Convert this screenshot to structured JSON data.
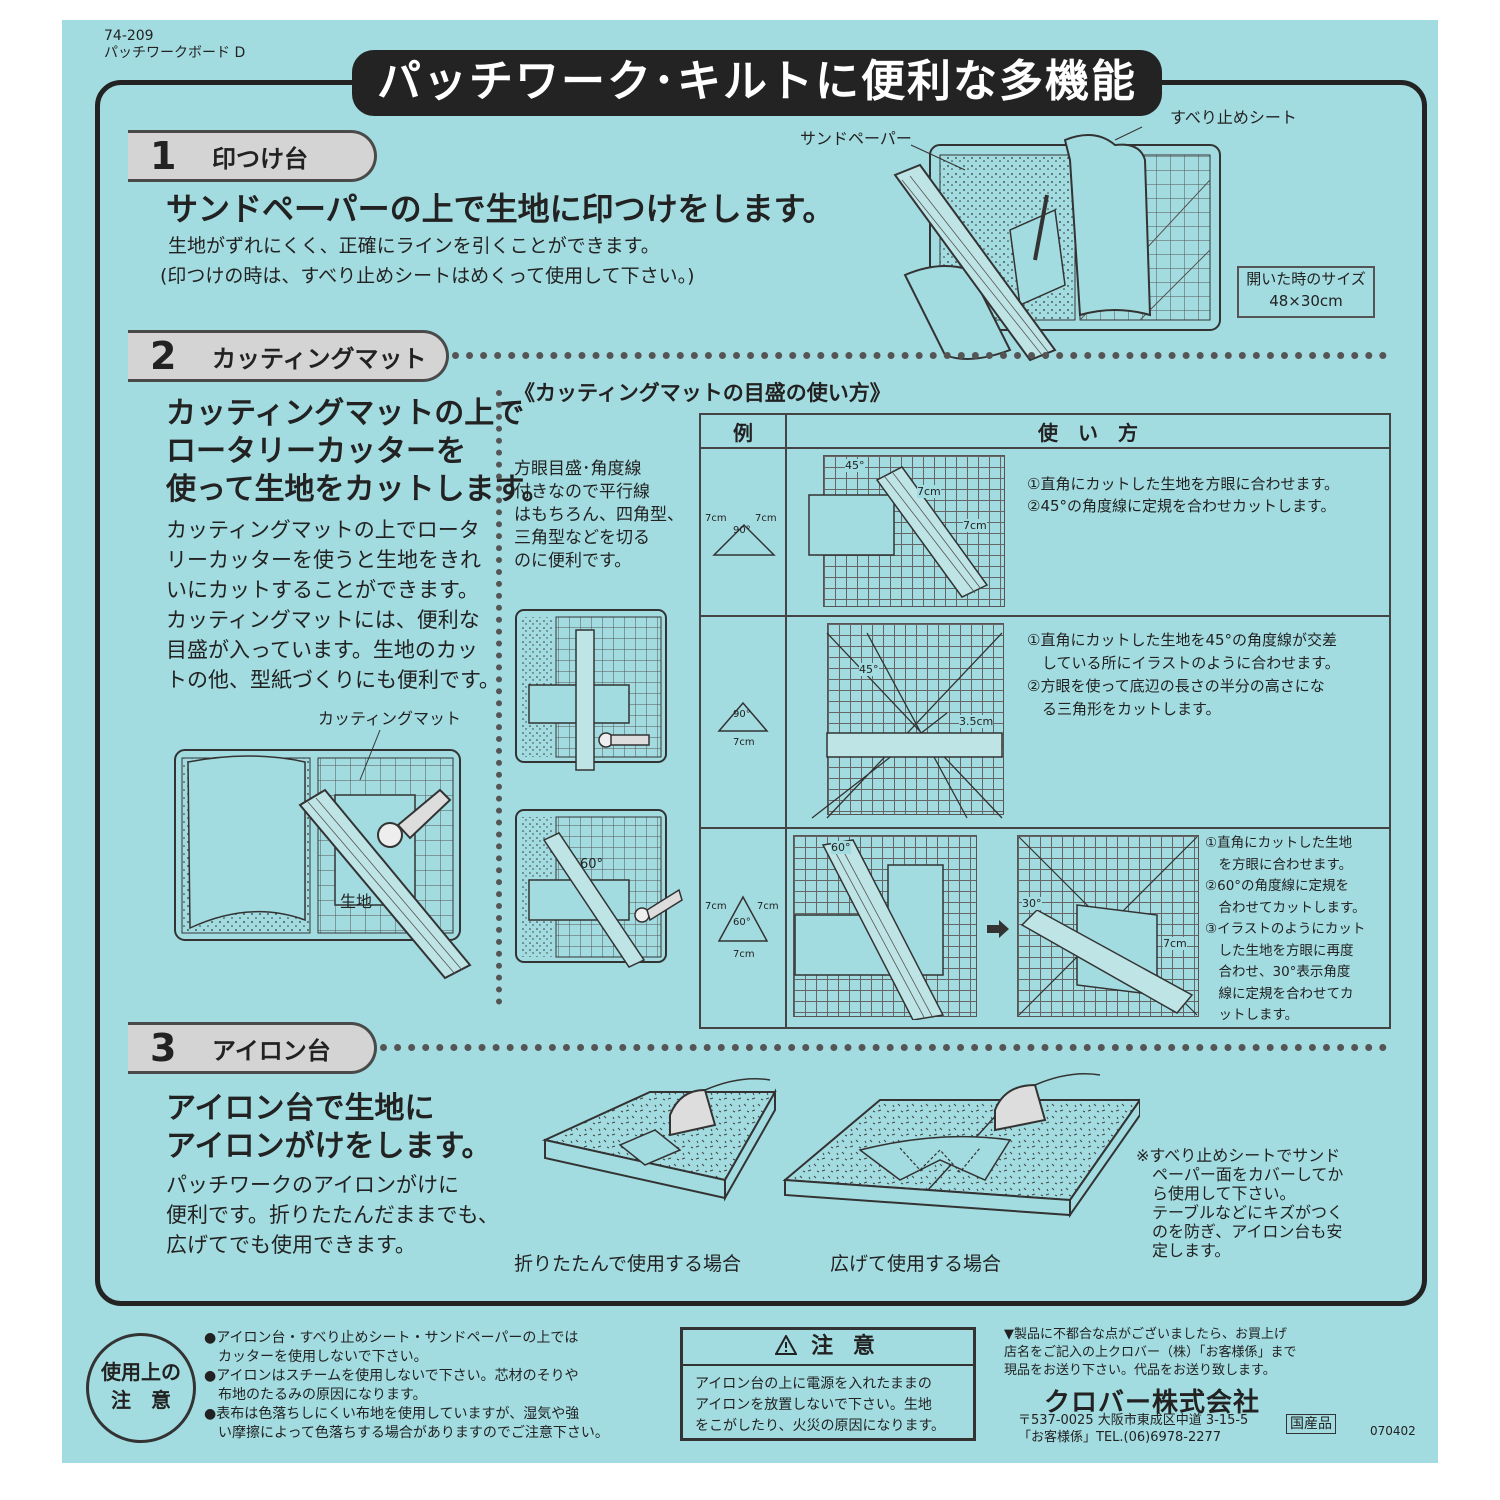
{
  "header": {
    "code": "74-209",
    "product": "パッチワークボード D",
    "title": "パッチワーク･キルトに便利な多機能"
  },
  "section1": {
    "num": "1",
    "label": "印つけ台",
    "heading": "サンドペーパーの上で生地に印つけをします。",
    "desc1": "生地がずれにくく、正確にラインを引くことができます。",
    "desc2": "(印つけの時は、すべり止めシートはめくって使用して下さい。)",
    "illus_label_sand": "サンドペーパー",
    "illus_label_sheet": "すべり止めシート",
    "size_label": "開いた時のサイズ",
    "size_value": "48×30cm"
  },
  "section2": {
    "num": "2",
    "label": "カッティングマット",
    "heading": [
      "カッティングマットの上で",
      "ロータリーカッターを",
      "使って生地をカットします。"
    ],
    "body": [
      "カッティングマットの上でロータ",
      "リーカッターを使うと生地をきれ",
      "いにカットすることができます。",
      "カッティングマットには、便利な",
      "目盛が入っています。生地のカッ",
      "トの他、型紙づくりにも便利です。"
    ],
    "illus_label_mat": "カッティングマット",
    "illus_label_cloth": "生地",
    "scale_title": "《カッティングマットの目盛の使い方》",
    "scale_note": [
      "方眼目盛･角度線",
      "付きなので平行線",
      "はもちろん、四角型、",
      "三角型などを切る",
      "のに便利です。"
    ],
    "table": {
      "col_example": "例",
      "col_usage": "使　い　方",
      "rows": [
        {
          "ex_left": "7cm",
          "ex_right": "7cm",
          "ex_angle": "90°",
          "ex_bottom": "",
          "grid_labels": [
            "45°",
            "7cm",
            "7cm"
          ],
          "usage": [
            "①直角にカットした生地を方眼に合わせます。",
            "②45°の角度線に定規を合わせカットします。"
          ]
        },
        {
          "ex_left": "",
          "ex_right": "",
          "ex_angle": "90°",
          "ex_bottom": "7cm",
          "grid_labels": [
            "45°",
            "3.5cm"
          ],
          "usage": [
            "①直角にカットした生地を45°の角度線が交差",
            "　している所にイラストのように合わせます。",
            "②方眼を使って底辺の長さの半分の高さにな",
            "　る三角形をカットします。"
          ]
        },
        {
          "ex_left": "7cm",
          "ex_right": "7cm",
          "ex_angle": "60°",
          "ex_bottom": "7cm",
          "grid_labels": [
            "60°",
            "30°",
            "7cm"
          ],
          "usage": [
            "①直角にカットした生地",
            "　を方眼に合わせます。",
            "②60°の角度線に定規を",
            "　合わせてカットします。",
            "③イラストのようにカット",
            "　した生地を方眼に再度",
            "　合わせ、30°表示角度",
            "　線に定規を合わせてカ",
            "　ットします。"
          ]
        }
      ]
    },
    "small_label_60": "60°"
  },
  "section3": {
    "num": "3",
    "label": "アイロン台",
    "heading": [
      "アイロン台で生地に",
      "アイロンがけをします。"
    ],
    "body": [
      "パッチワークのアイロンがけに",
      "便利です。折りたたんだままでも、",
      "広げてでも使用できます。"
    ],
    "caption_folded": "折りたたんで使用する場合",
    "caption_open": "広げて使用する場合",
    "note": [
      "※すべり止めシートでサンド",
      "　ペーパー面をカバーしてか",
      "　ら使用して下さい。",
      "　テーブルなどにキズがつく",
      "　のを防ぎ、アイロン台も安",
      "　定します。"
    ]
  },
  "footer": {
    "usage_label": [
      "使用上の",
      "注　意"
    ],
    "notes": [
      "●アイロン台・すべり止めシート・サンドペーパーの上では",
      "　カッターを使用しないで下さい。",
      "●アイロンはスチームを使用しないで下さい。芯材のそりや",
      "　布地のたるみの原因になります。",
      "●表布は色落ちしにくい布地を使用していますが、湿気や強",
      "　い摩擦によって色落ちする場合がありますのでご注意下さい。"
    ],
    "caution_title": "注 意",
    "caution_text": [
      "アイロン台の上に電源を入れたままの",
      "アイロンを放置しないで下さい。生地",
      "をこがしたり、火災の原因になります。"
    ],
    "company_note": [
      "▼製品に不都合な点がございましたら、お買上げ",
      "店名をご記入の上クロバー（株）「お客様係」まで",
      "現品をお送り下さい。代品をお送り致します。"
    ],
    "company": "クロバー株式会社",
    "address": "〒537-0025 大阪市東成区中道 3-15-5",
    "tel": "「お客様係」TEL.(06)6978-2277",
    "origin": "国産品",
    "code": "070402"
  }
}
